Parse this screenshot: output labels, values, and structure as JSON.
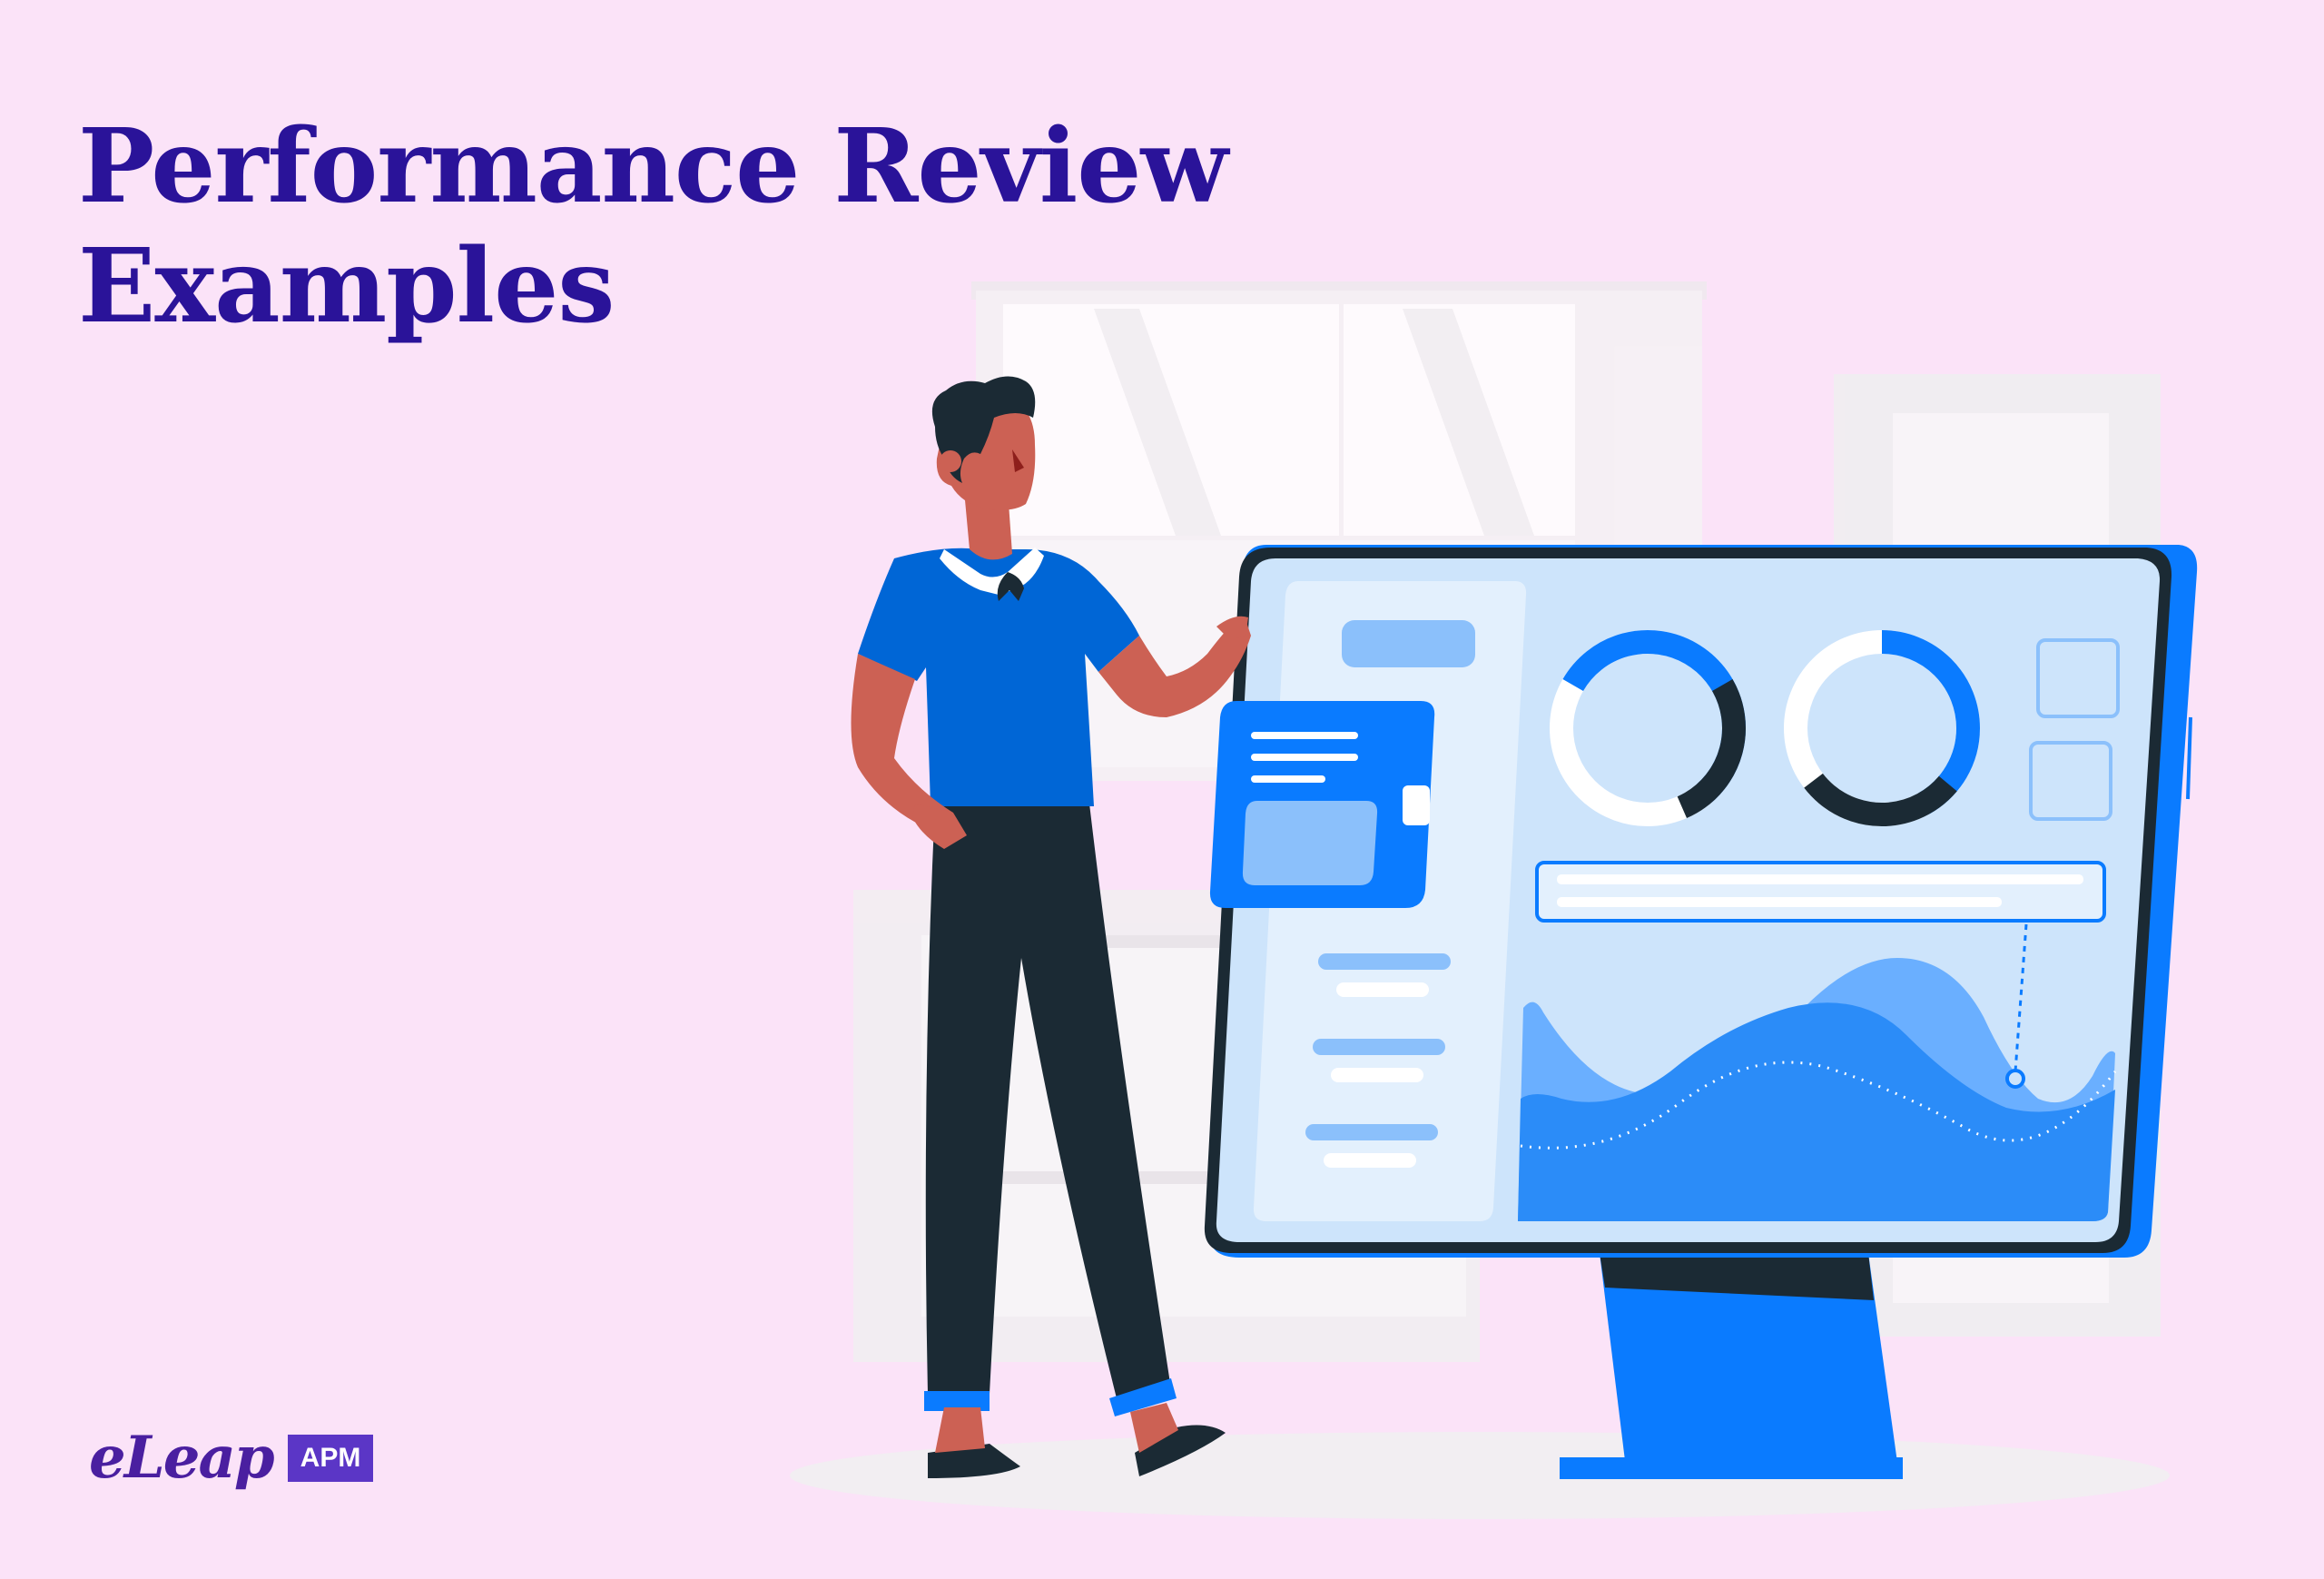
{
  "title": {
    "line1": "Performance Review",
    "line2": "Examples"
  },
  "brand": {
    "wordmark": "eLeap",
    "badge": "APM"
  },
  "colors": {
    "background": "#fbe3f8",
    "title": "#2a1399",
    "accent_blue": "#0a7bff",
    "dark": "#1b2a34",
    "brand_purple": "#5b36c6"
  },
  "illustration": {
    "subject": "person presenting dashboard on monitor",
    "icons": [
      "donut-chart-icon",
      "area-chart-icon",
      "list-card-icon"
    ]
  }
}
